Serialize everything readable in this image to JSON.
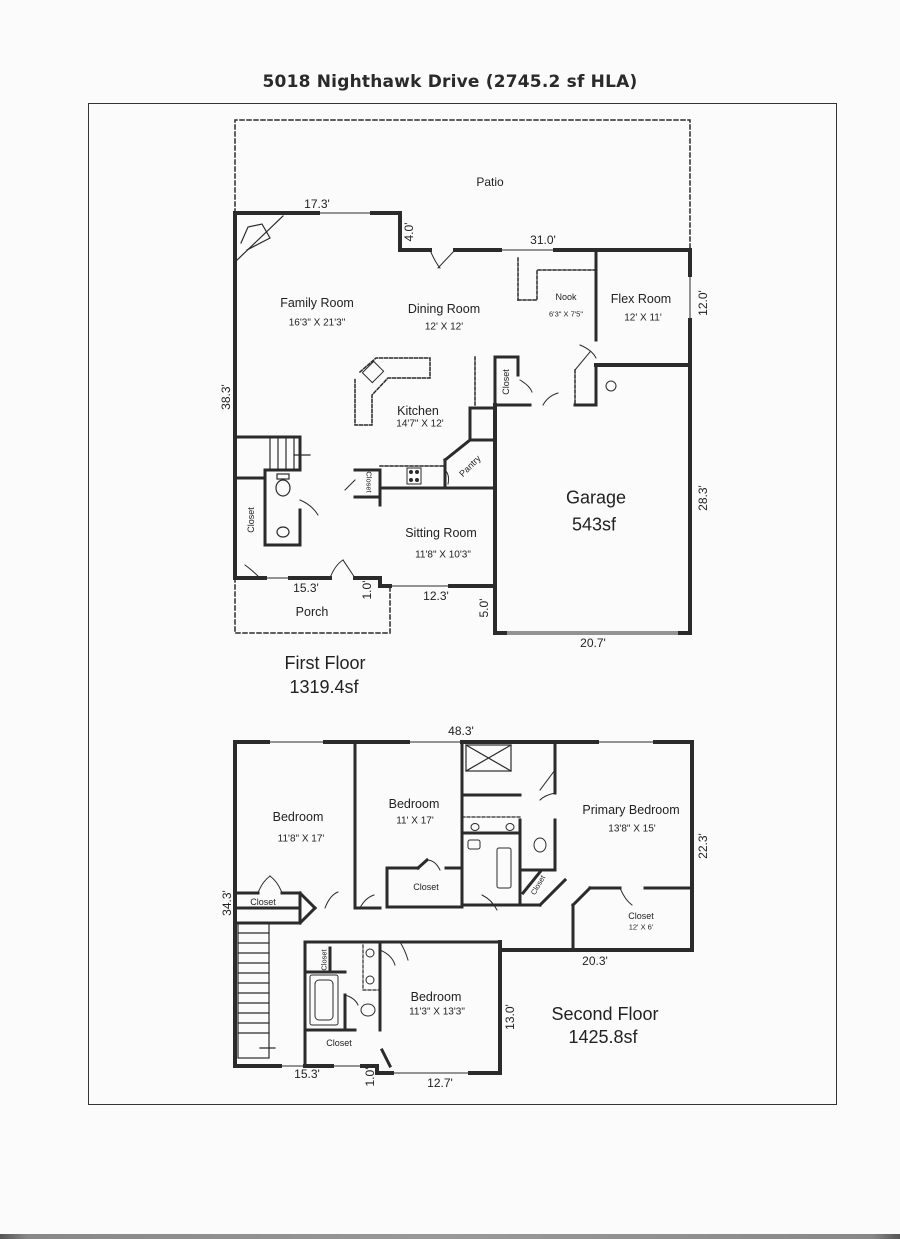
{
  "title": "5018 Nighthawk Drive (2745.2 sf HLA)",
  "total_hla_sf": 2745.2,
  "first_floor": {
    "label": "First Floor",
    "area": "1319.4sf",
    "rooms": {
      "patio": {
        "name": "Patio"
      },
      "family_room": {
        "name": "Family Room",
        "size": "16'3\" X 21'3\""
      },
      "dining_room": {
        "name": "Dining Room",
        "size": "12' X 12'"
      },
      "nook": {
        "name": "Nook",
        "size": "6'3\" X 7'5\""
      },
      "flex_room": {
        "name": "Flex Room",
        "size": "12' X 11'"
      },
      "kitchen": {
        "name": "Kitchen",
        "size": "14'7\" X 12'"
      },
      "pantry": {
        "name": "Pantry"
      },
      "closet_nook": {
        "name": "Closet"
      },
      "closet_kitchen": {
        "name": "Closet"
      },
      "closet_stair": {
        "name": "Closet"
      },
      "sitting_room": {
        "name": "Sitting Room",
        "size": "11'8\" X 10'3\""
      },
      "porch": {
        "name": "Porch"
      },
      "garage": {
        "name": "Garage",
        "area": "543sf"
      }
    },
    "dimensions": {
      "top_left": "17.3'",
      "step": "4.0'",
      "top_right": "31.0'",
      "flex_side": "12.0'",
      "left_side": "38.3'",
      "garage_side": "28.3'",
      "porch_width": "15.3'",
      "porch_step": "1.0'",
      "sitting_front": "12.3'",
      "garage_step": "5.0'",
      "garage_front": "20.7'"
    }
  },
  "second_floor": {
    "label": "Second Floor",
    "area": "1425.8sf",
    "rooms": {
      "bedroom_1": {
        "name": "Bedroom",
        "size": "11'8\" X 17'"
      },
      "bedroom_2": {
        "name": "Bedroom",
        "size": "11' X 17'"
      },
      "primary_bedroom": {
        "name": "Primary Bedroom",
        "size": "13'8\" X 15'"
      },
      "primary_closet": {
        "name": "Closet",
        "size": "12' X 6'"
      },
      "closet_bed1": {
        "name": "Closet"
      },
      "closet_bed2": {
        "name": "Closet"
      },
      "closet_bath": {
        "name": "Closet"
      },
      "closet_hall_small": {
        "name": "Closet"
      },
      "closet_bed3": {
        "name": "Closet"
      },
      "bedroom_3": {
        "name": "Bedroom",
        "size": "11'3\" X 13'3\""
      }
    },
    "dimensions": {
      "top": "48.3'",
      "left_side": "34.3'",
      "primary_side": "22.3'",
      "primary_bottom": "20.3'",
      "bed3_side": "13.0'",
      "bottom_left": "15.3'",
      "bottom_step": "1.0'",
      "bottom_right": "12.7'"
    }
  },
  "colors": {
    "wall": "#2b2b2b",
    "paper": "#fbfbfb",
    "frame": "#333333"
  }
}
